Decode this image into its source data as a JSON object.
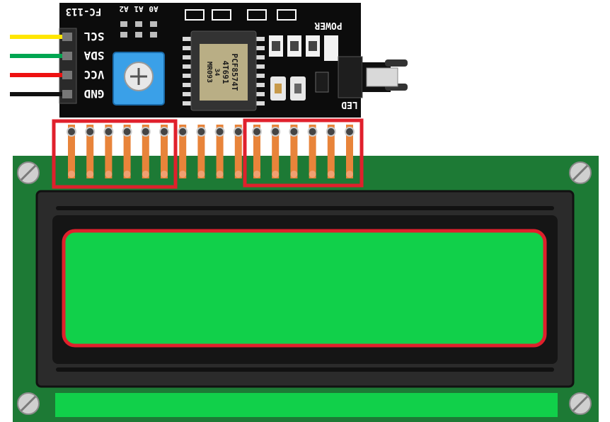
{
  "module": {
    "board_id": "FC-113",
    "address_pins": [
      "A2",
      "A1",
      "A0"
    ],
    "chip_lines": [
      "PCF8574T",
      "4T691",
      "34",
      "MR093"
    ],
    "power_label": "POWER",
    "led_label": "LED"
  },
  "wires": [
    {
      "label": "SCL",
      "color": "#ffe600"
    },
    {
      "label": "SDA",
      "color": "#00a651"
    },
    {
      "label": "VCC",
      "color": "#ee1111"
    },
    {
      "label": "GND",
      "color": "#111111"
    }
  ],
  "colors": {
    "pcb_black": "#0c0c0c",
    "lcd_board": "#1d7a35",
    "lcd_screen": "#11d04a",
    "highlight": "#e0202c",
    "header_pin": "#e8843a"
  },
  "header": {
    "pin_count": 16,
    "highlight_groups": [
      [
        1,
        6
      ],
      [
        11,
        16
      ]
    ]
  }
}
